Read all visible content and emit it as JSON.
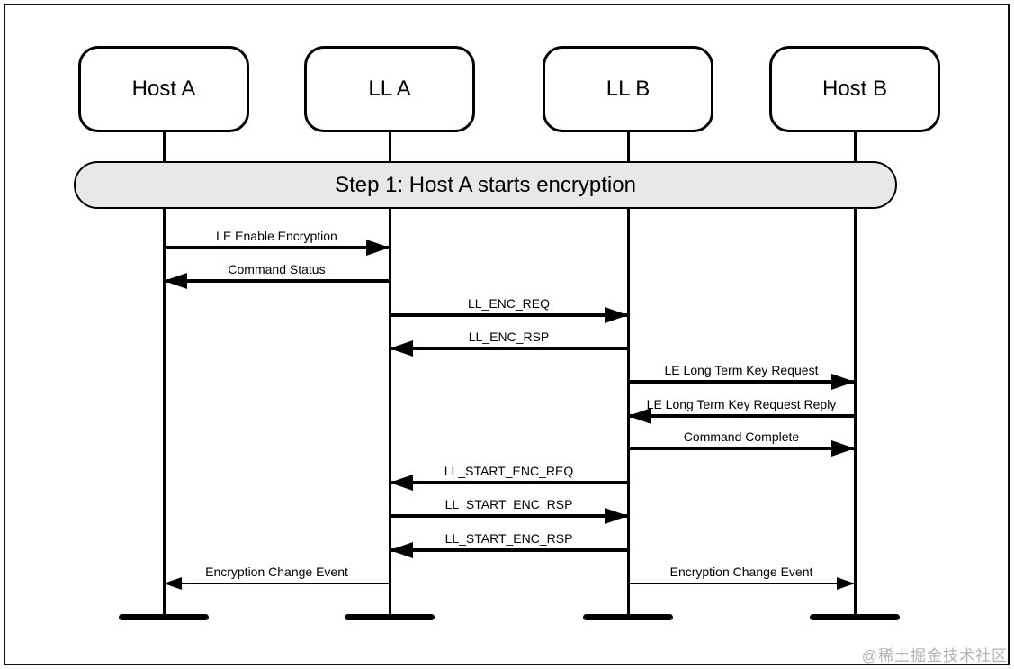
{
  "diagram": {
    "title": "Step 1: Host A starts encryption",
    "participants": [
      {
        "id": "hostA",
        "label": "Host A"
      },
      {
        "id": "llA",
        "label": "LL A"
      },
      {
        "id": "llB",
        "label": "LL B"
      },
      {
        "id": "hostB",
        "label": "Host B"
      }
    ],
    "banner": {
      "label": "Step 1: Host A starts encryption",
      "fill": "#e8e8e8"
    },
    "messages": [
      {
        "from": "hostA",
        "to": "llA",
        "label": "LE Enable Encryption",
        "weight": "thick"
      },
      {
        "from": "llA",
        "to": "hostA",
        "label": "Command Status",
        "weight": "thick"
      },
      {
        "from": "llA",
        "to": "llB",
        "label": "LL_ENC_REQ",
        "weight": "thick"
      },
      {
        "from": "llB",
        "to": "llA",
        "label": "LL_ENC_RSP",
        "weight": "thick"
      },
      {
        "from": "llB",
        "to": "hostB",
        "label": "LE Long Term Key Request",
        "weight": "thick"
      },
      {
        "from": "hostB",
        "to": "llB",
        "label": "LE Long Term Key Request Reply",
        "weight": "thick"
      },
      {
        "from": "llB",
        "to": "hostB",
        "label": "Command Complete",
        "weight": "thick"
      },
      {
        "from": "llB",
        "to": "llA",
        "label": "LL_START_ENC_REQ",
        "weight": "thick"
      },
      {
        "from": "llA",
        "to": "llB",
        "label": "LL_START_ENC_RSP",
        "weight": "thick"
      },
      {
        "from": "llB",
        "to": "llA",
        "label": "LL_START_ENC_RSP",
        "weight": "thick"
      },
      {
        "from": "llA",
        "to": "hostA",
        "label": "Encryption Change Event",
        "weight": "thin"
      },
      {
        "from": "llB",
        "to": "hostB",
        "label": "Encryption Change Event",
        "weight": "thin"
      }
    ],
    "colors": {
      "line": "#000000",
      "banner_fill": "#e8e8e8",
      "background": "#ffffff"
    }
  },
  "watermark": "@稀土掘金技术社区"
}
